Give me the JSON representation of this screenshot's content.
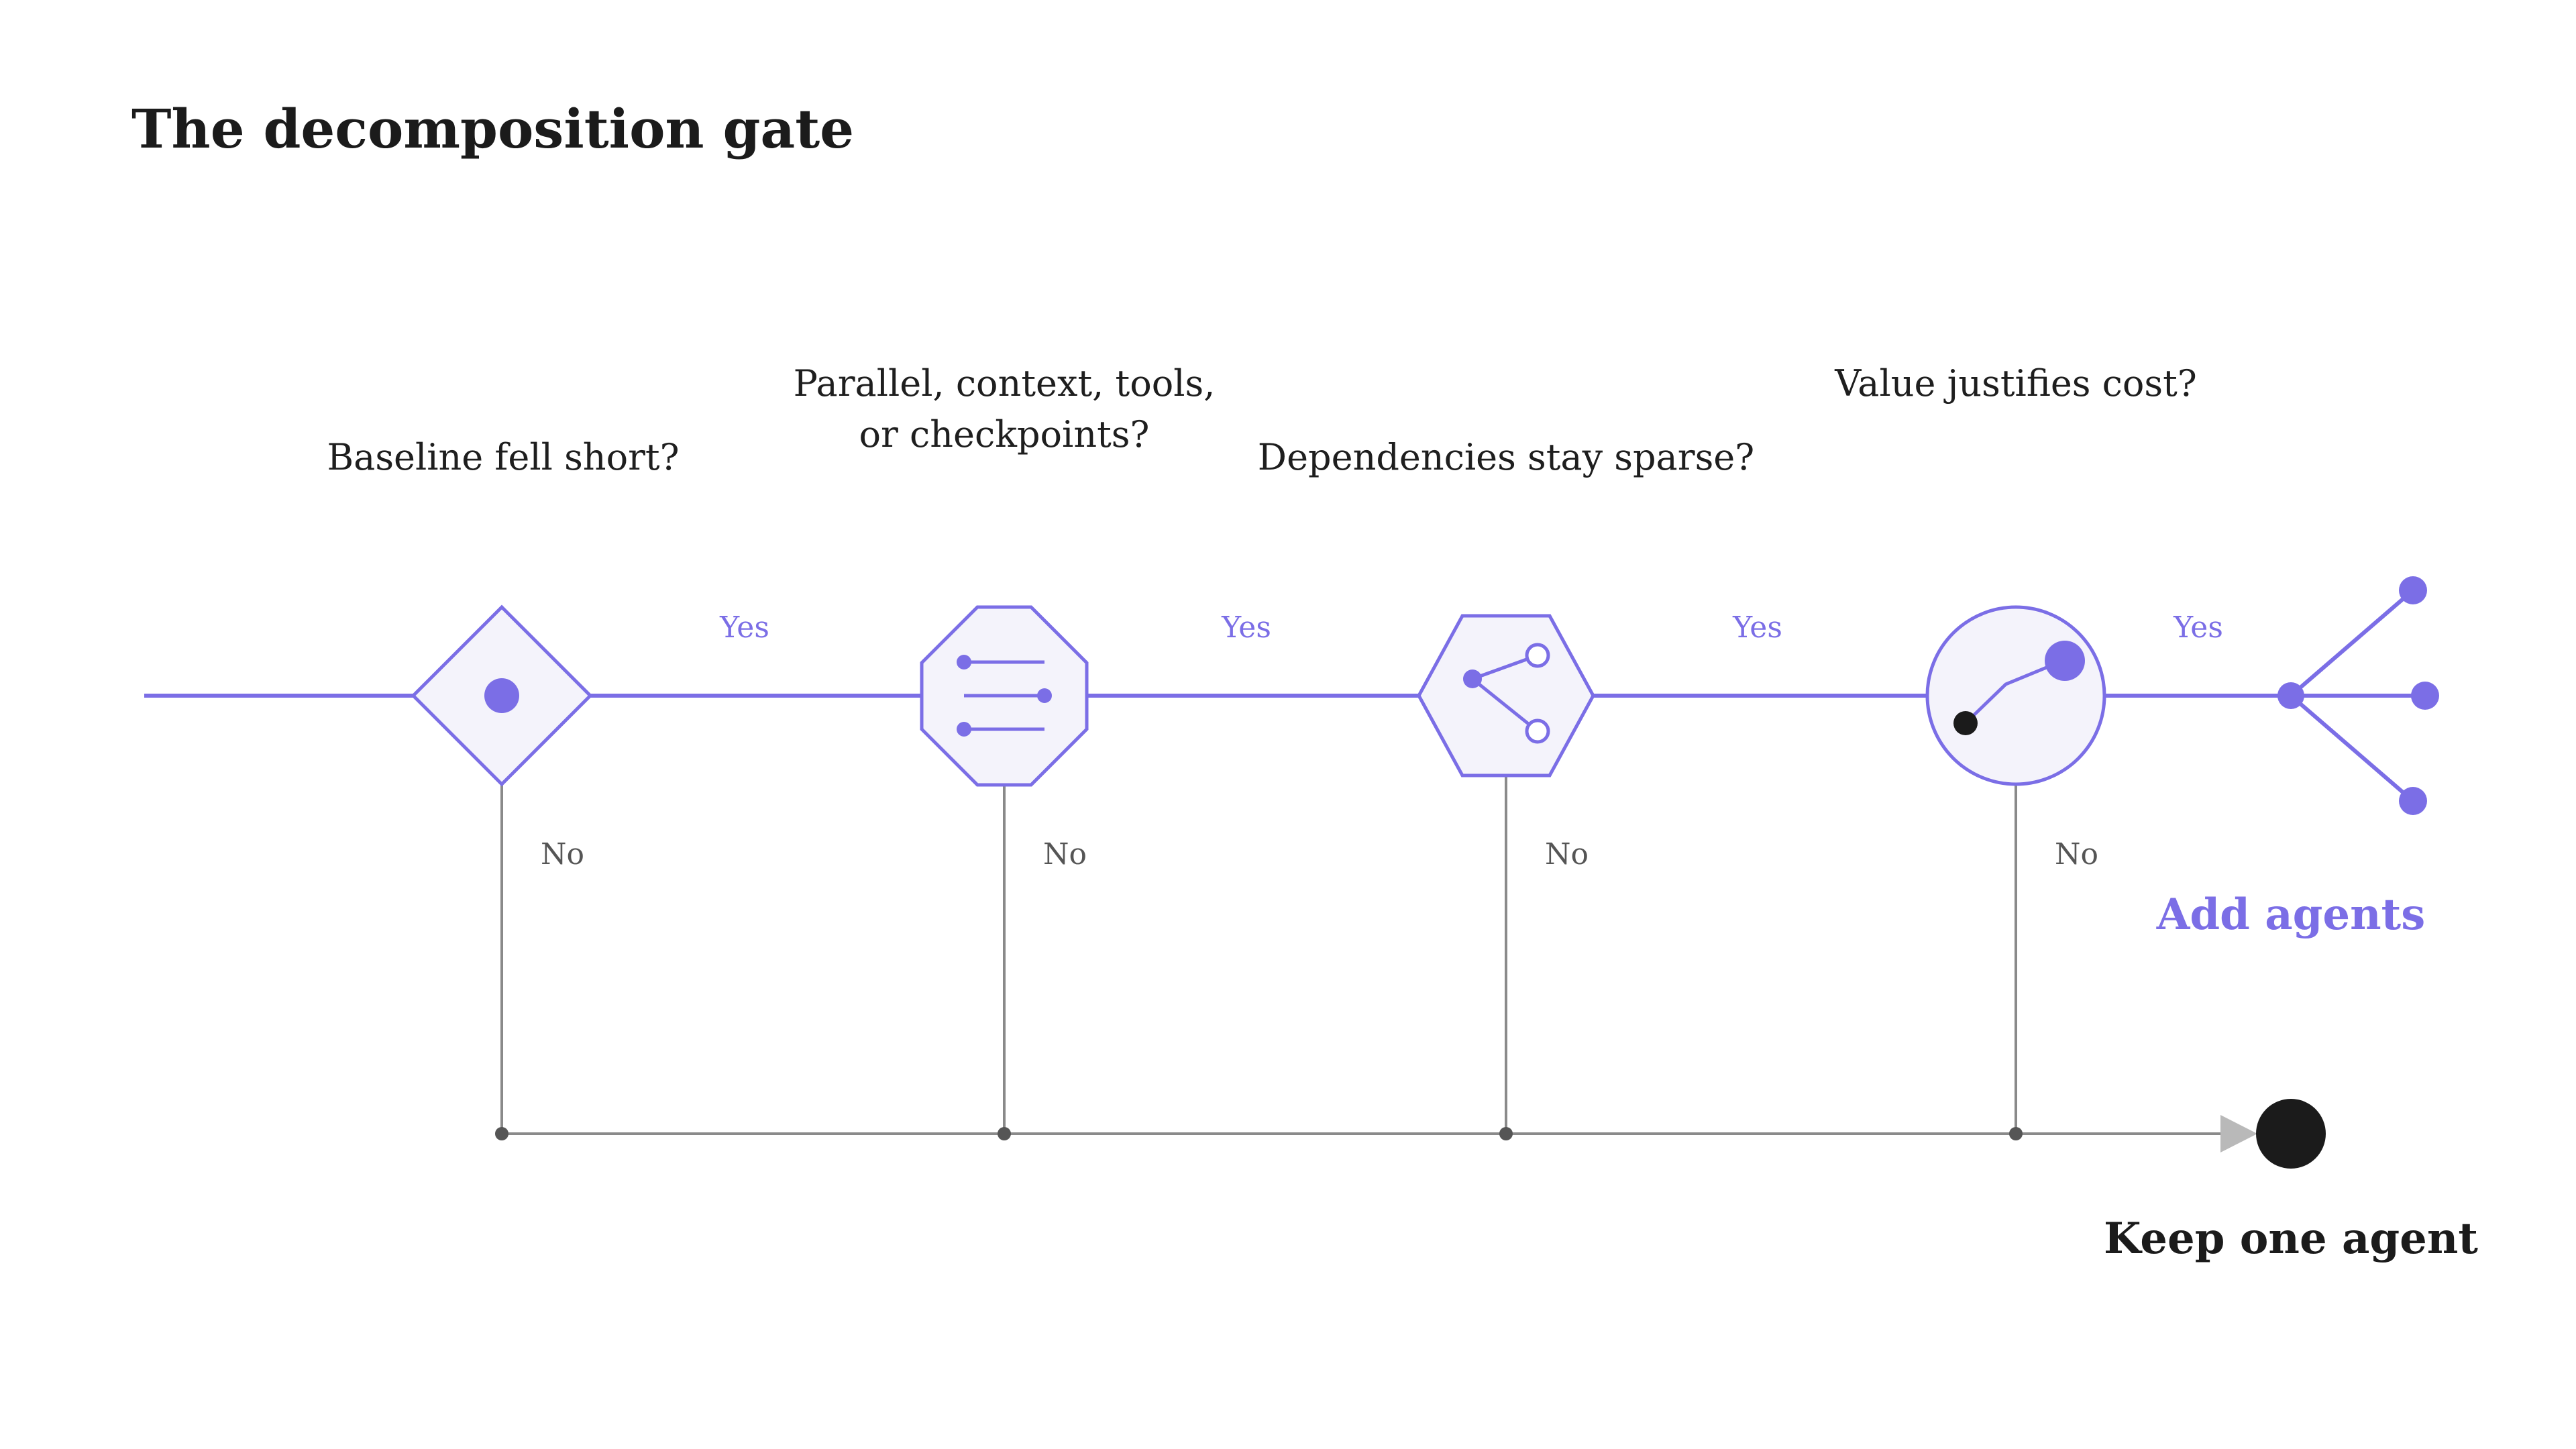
{
  "title": "The decomposition gate",
  "gates": [
    {
      "question_lines": [
        "Baseline fell short?"
      ],
      "yes_label": "Yes",
      "no_label": "No",
      "shape": "diamond",
      "icon": "dot-icon"
    },
    {
      "question_lines": [
        "Parallel, context, tools,",
        "or checkpoints?"
      ],
      "yes_label": "Yes",
      "no_label": "No",
      "shape": "octagon",
      "icon": "checklist-icon"
    },
    {
      "question_lines": [
        "Dependencies stay sparse?"
      ],
      "yes_label": "Yes",
      "no_label": "No",
      "shape": "hexagon",
      "icon": "branch-icon"
    },
    {
      "question_lines": [
        "Value justifies cost?"
      ],
      "yes_label": "Yes",
      "no_label": "No",
      "shape": "circle",
      "icon": "balance-icon"
    }
  ],
  "outcomes": {
    "add_agents": "Add agents",
    "keep_one_agent": "Keep one agent"
  },
  "colors": {
    "accent": "#7b6ee6",
    "gate_fill": "#f4f3fb",
    "no_line": "#8a8a8a",
    "dark": "#1b1b1b",
    "arrow": "#b9b9b9"
  }
}
